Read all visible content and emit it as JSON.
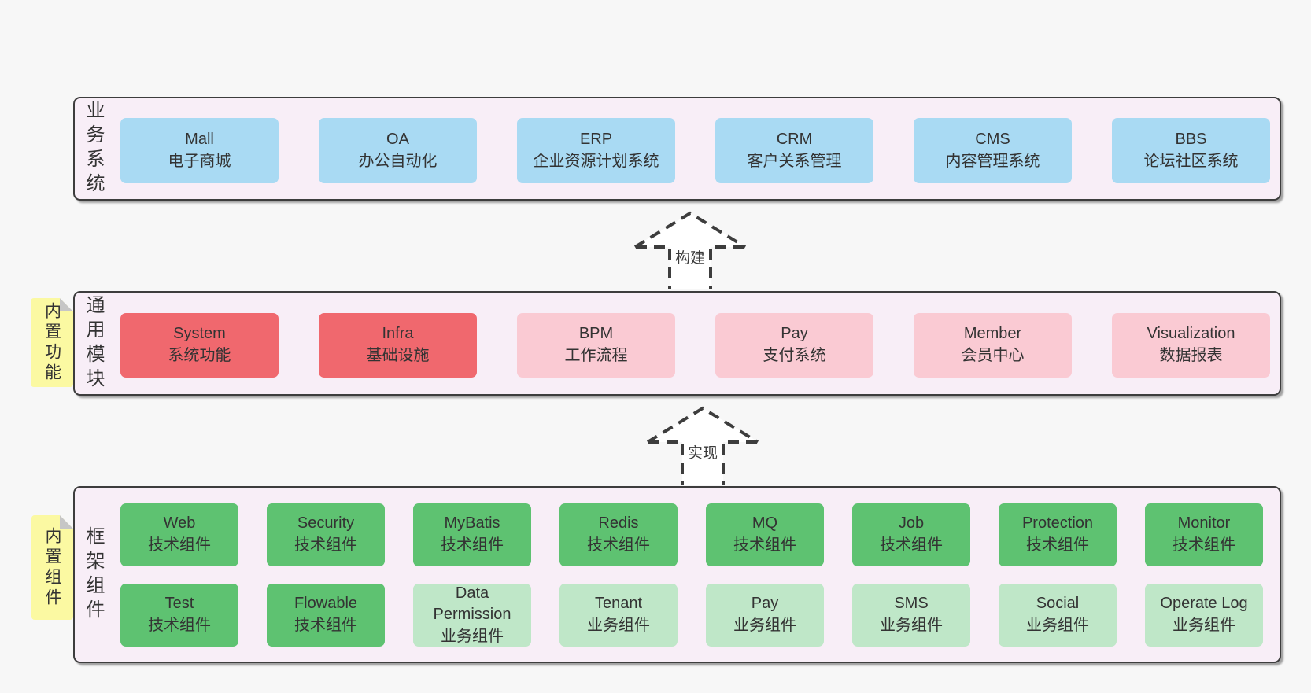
{
  "colors": {
    "page_bg": "#f7f7f7",
    "panel_bg": "#f8eef7",
    "tab_yellow": "#fbf9a2",
    "blue": "#a9daf3",
    "red": "#f0686e",
    "pink": "#facad3",
    "green_dark": "#5ec271",
    "green_light": "#bfe7c8",
    "border_dark": "#3d3d3d"
  },
  "arrows": [
    {
      "label": "构建"
    },
    {
      "label": "实现"
    }
  ],
  "sections": {
    "business": {
      "side_label": "业务系统",
      "boxes": [
        {
          "en": "Mall",
          "zh": "电子商城"
        },
        {
          "en": "OA",
          "zh": "办公自动化"
        },
        {
          "en": "ERP",
          "zh": "企业资源计划系统"
        },
        {
          "en": "CRM",
          "zh": "客户关系管理"
        },
        {
          "en": "CMS",
          "zh": "内容管理系统"
        },
        {
          "en": "BBS",
          "zh": "论坛社区系统"
        }
      ]
    },
    "modules": {
      "side_label": "通用模块",
      "sticky_note": "内置功能",
      "boxes": [
        {
          "en": "System",
          "zh": "系统功能"
        },
        {
          "en": "Infra",
          "zh": "基础设施"
        },
        {
          "en": "BPM",
          "zh": "工作流程"
        },
        {
          "en": "Pay",
          "zh": "支付系统"
        },
        {
          "en": "Member",
          "zh": "会员中心"
        },
        {
          "en": "Visualization",
          "zh": "数据报表"
        }
      ]
    },
    "framework": {
      "side_label": "框架组件",
      "sticky_note": "内置组件",
      "rows": [
        [
          {
            "en": "Web",
            "zh": "技术组件"
          },
          {
            "en": "Security",
            "zh": "技术组件"
          },
          {
            "en": "MyBatis",
            "zh": "技术组件"
          },
          {
            "en": "Redis",
            "zh": "技术组件"
          },
          {
            "en": "MQ",
            "zh": "技术组件"
          },
          {
            "en": "Job",
            "zh": "技术组件"
          },
          {
            "en": "Protection",
            "zh": "技术组件"
          },
          {
            "en": "Monitor",
            "zh": "技术组件"
          }
        ],
        [
          {
            "en": "Test",
            "zh": "技术组件"
          },
          {
            "en": "Flowable",
            "zh": "技术组件"
          },
          {
            "en": "Data Permission",
            "zh": "业务组件"
          },
          {
            "en": "Tenant",
            "zh": "业务组件"
          },
          {
            "en": "Pay",
            "zh": "业务组件"
          },
          {
            "en": "SMS",
            "zh": "业务组件"
          },
          {
            "en": "Social",
            "zh": "业务组件"
          },
          {
            "en": "Operate Log",
            "zh": "业务组件"
          }
        ]
      ]
    }
  }
}
